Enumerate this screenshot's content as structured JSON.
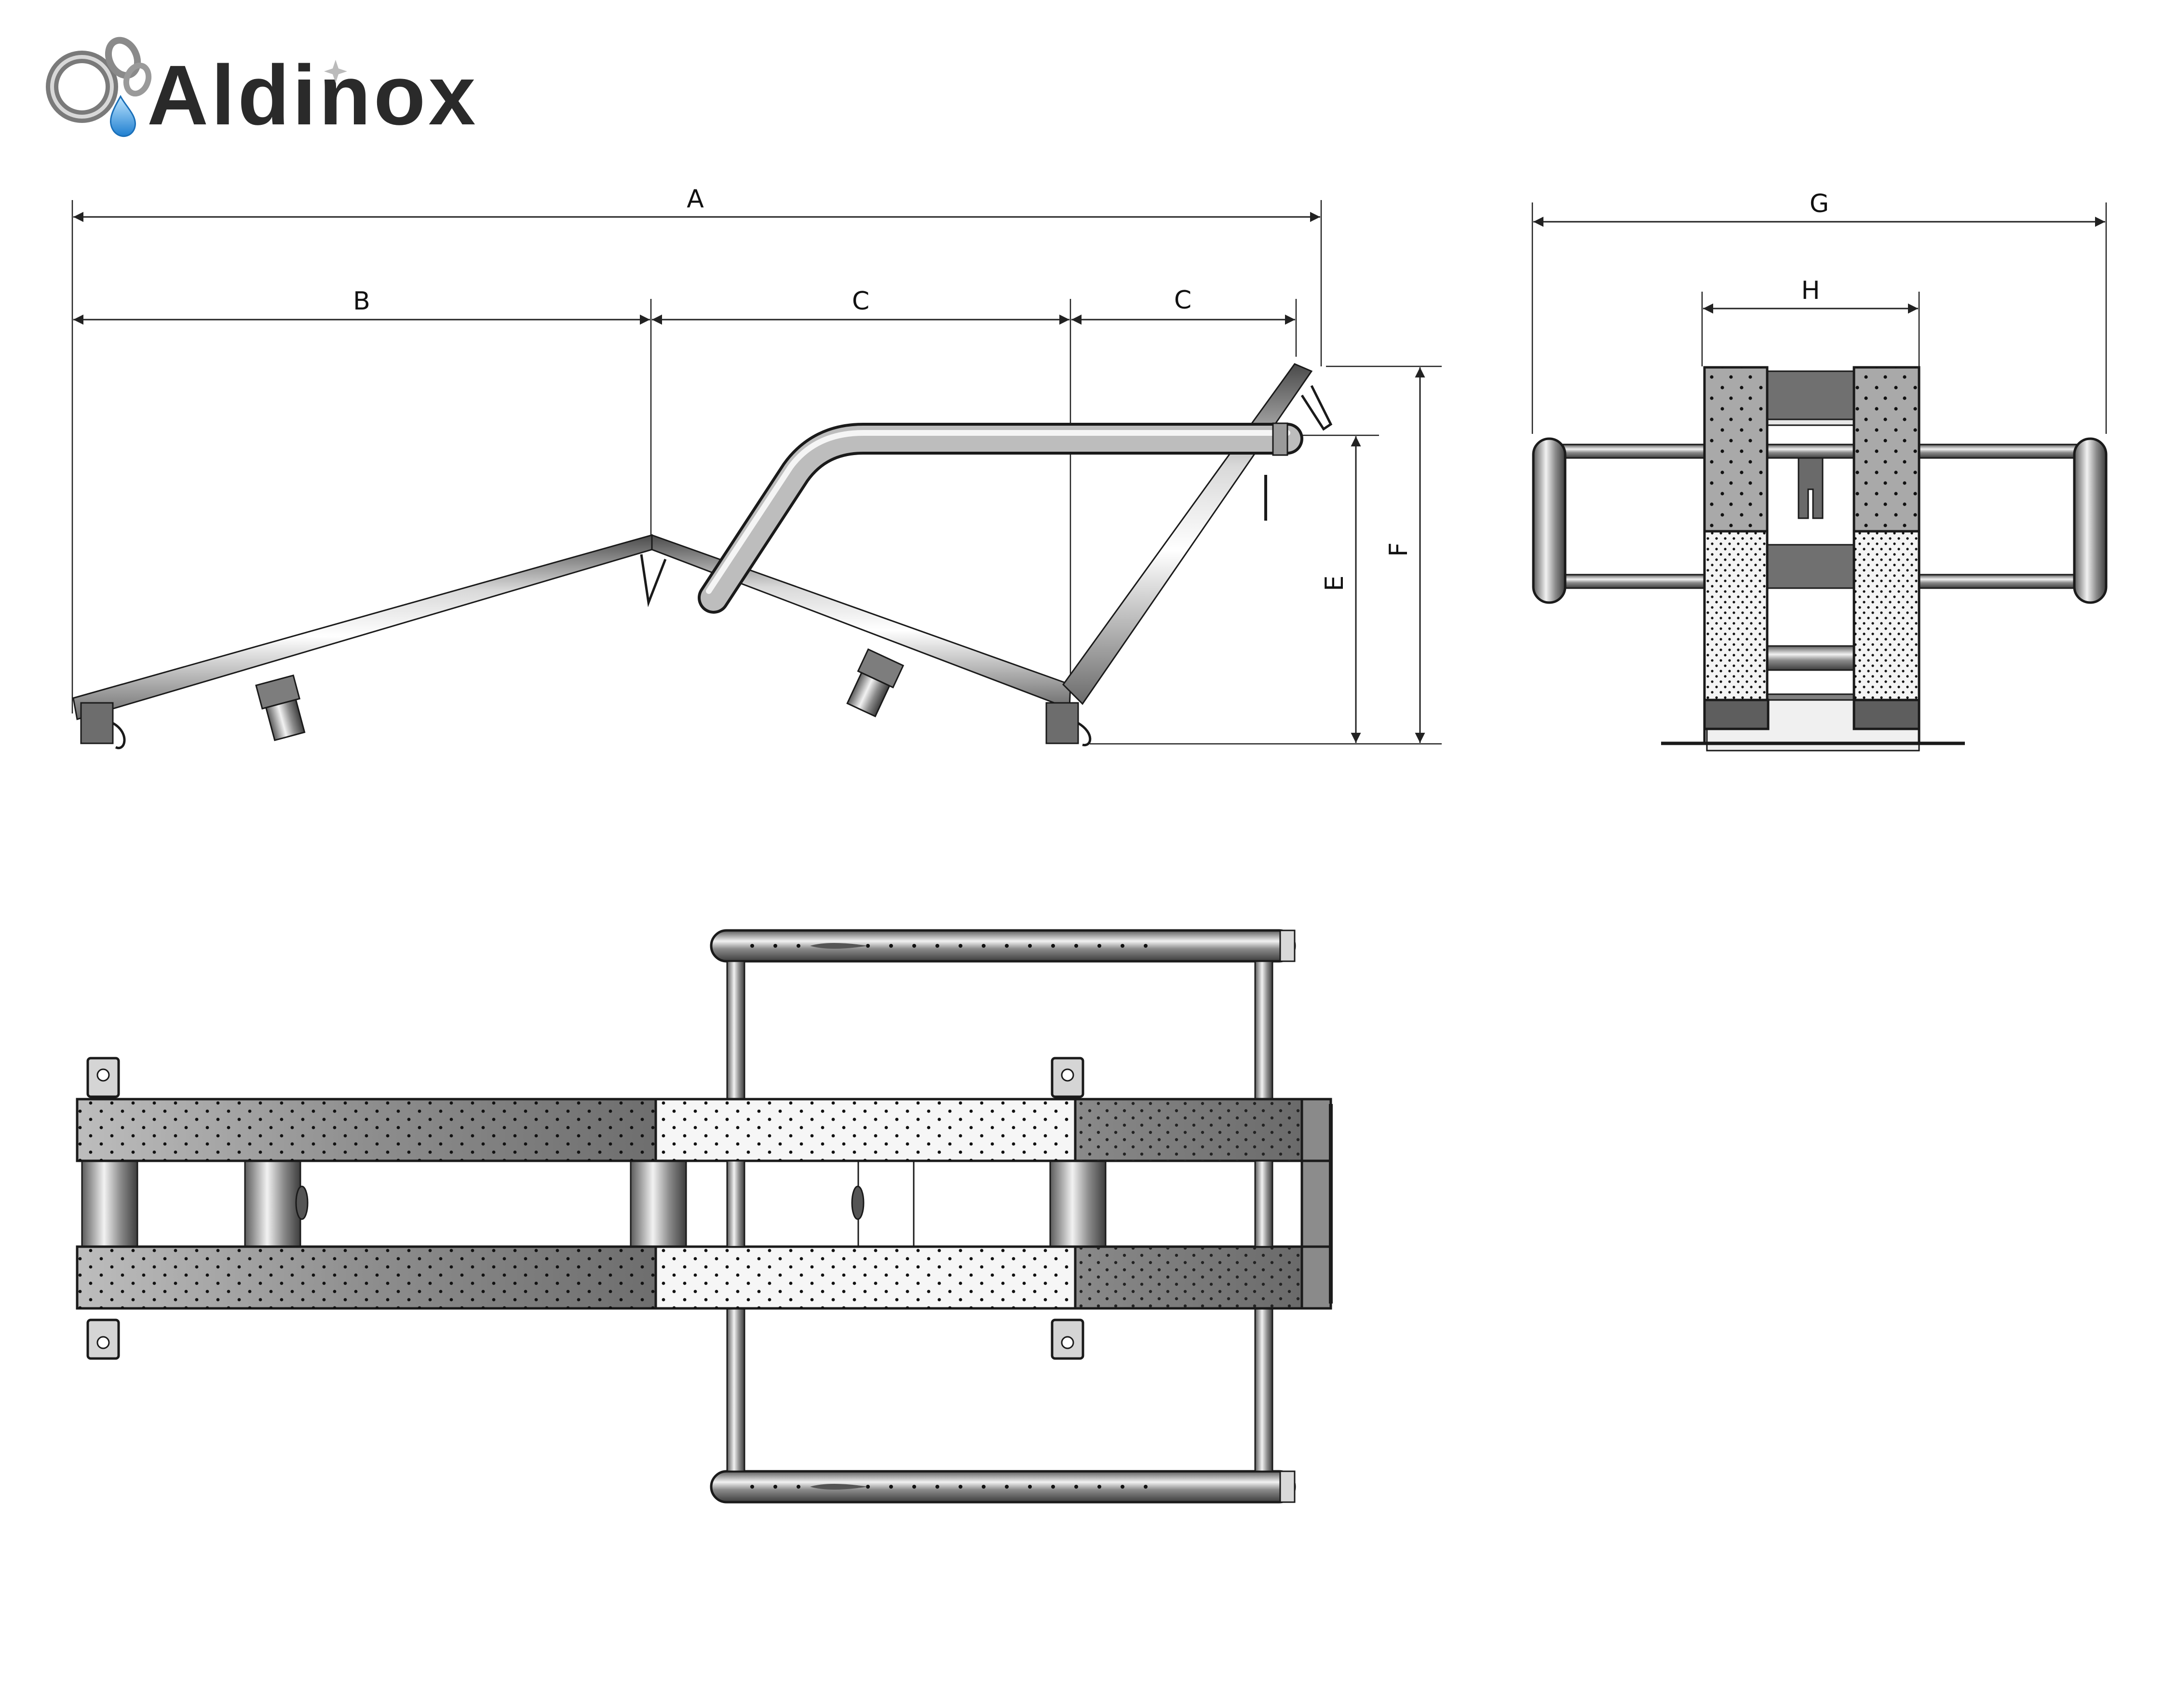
{
  "brand": {
    "name": "Aldinox",
    "logo_icon": "drop-rings-logo-icon",
    "colors": {
      "text": "#2a2a2a",
      "drop": "#2b8fd6",
      "steel": "#9a9a9a"
    }
  },
  "dimensions": {
    "A": "A",
    "B": "B",
    "C1": "C",
    "C2": "C",
    "E": "E",
    "F": "F",
    "G": "G",
    "H": "H"
  },
  "colors": {
    "steel_dark": "#6f6f6f",
    "steel_mid": "#a9a9a9",
    "steel_light": "#e6e6e6",
    "perforated_light": "#f4f4f4",
    "outline": "#1a1a1a"
  }
}
